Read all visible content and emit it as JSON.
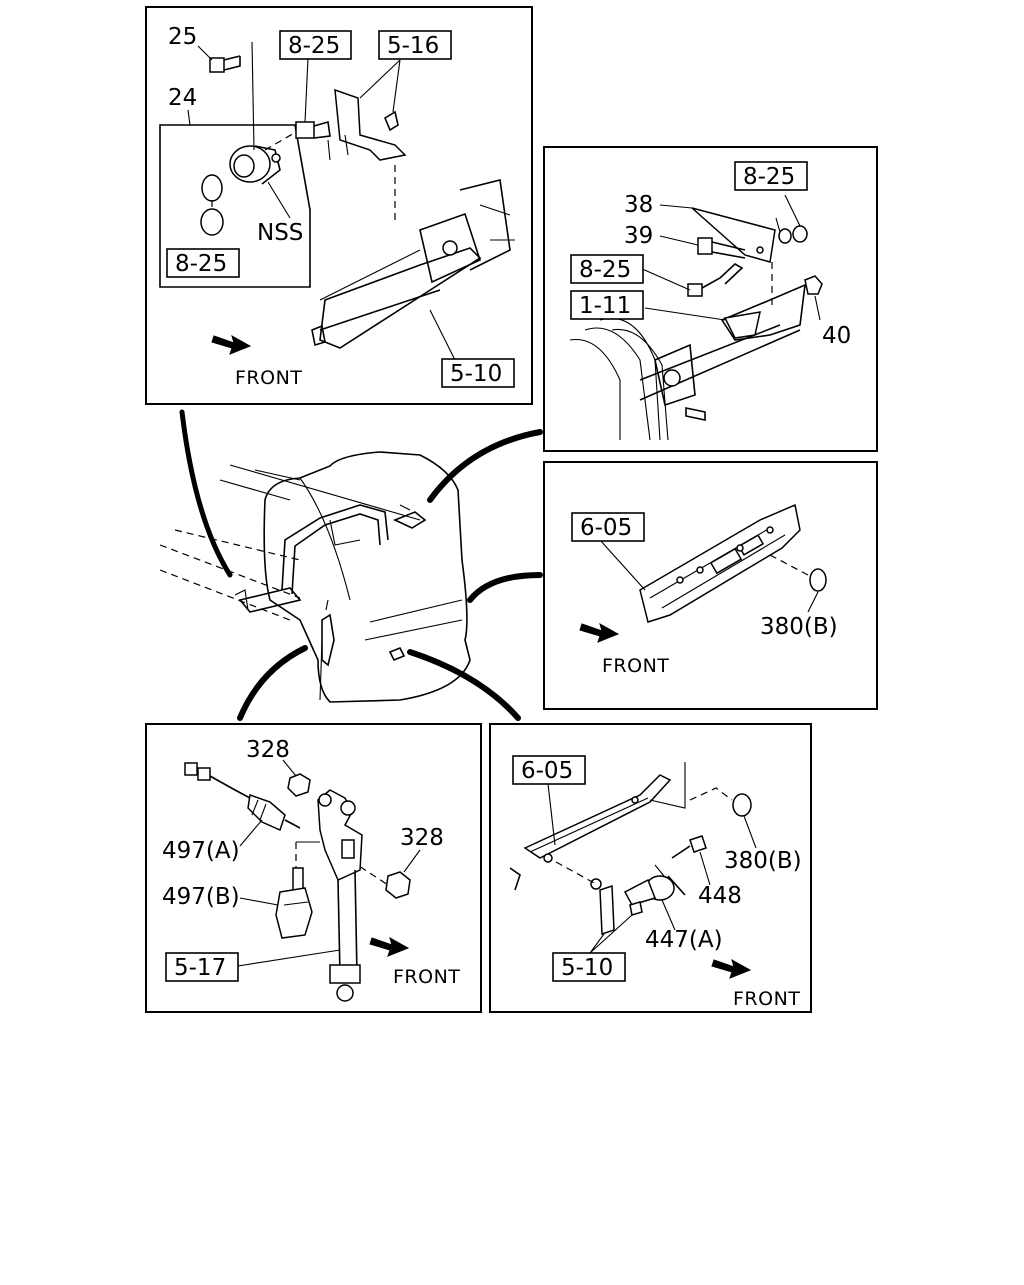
{
  "panels": {
    "top_left": {
      "callouts": [
        "25",
        "24",
        "NSS"
      ],
      "refs": [
        "8-25",
        "5-16",
        "8-25",
        "5-10"
      ],
      "front": "FRONT"
    },
    "top_right": {
      "callouts": [
        "38",
        "39",
        "40"
      ],
      "refs": [
        "8-25",
        "8-25",
        "1-11"
      ]
    },
    "middle_right": {
      "callouts": [
        "380(B)"
      ],
      "refs": [
        "6-05"
      ],
      "front": "FRONT"
    },
    "bottom_left": {
      "callouts": [
        "328",
        "328",
        "497(A)",
        "497(B)"
      ],
      "refs": [
        "5-17"
      ],
      "front": "FRONT"
    },
    "bottom_right": {
      "callouts": [
        "380(B)",
        "448",
        "447(A)"
      ],
      "refs": [
        "6-05",
        "5-10"
      ],
      "front": "FRONT"
    }
  }
}
